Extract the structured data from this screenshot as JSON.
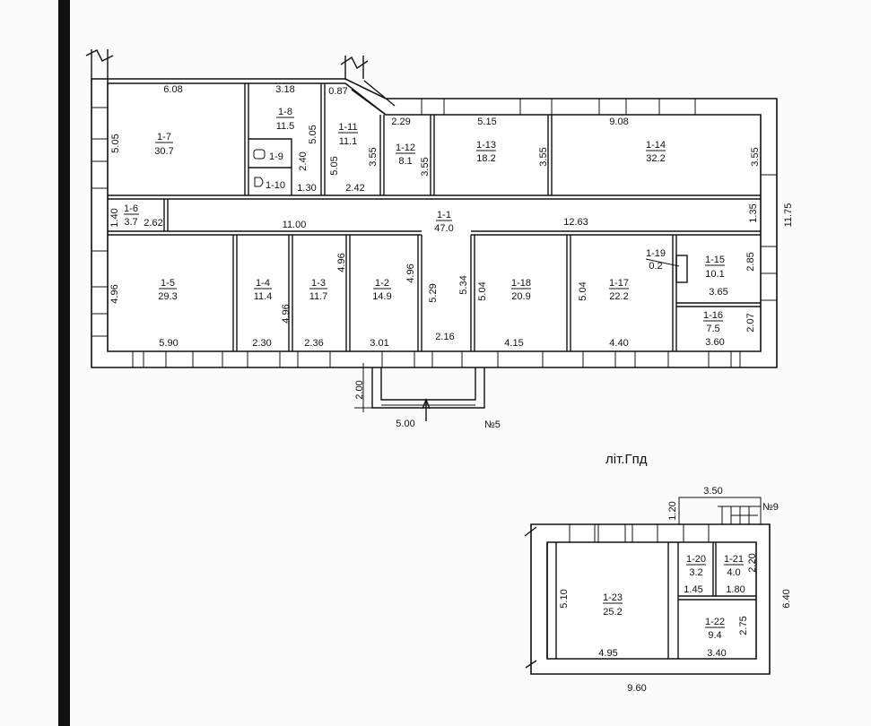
{
  "plan_title": "літ.Гпд",
  "entrances": {
    "main": "№5",
    "lower": "№9"
  },
  "rooms": [
    {
      "id": "1-7",
      "area": "30.7"
    },
    {
      "id": "1-8",
      "area": "11.5"
    },
    {
      "id": "1-9"
    },
    {
      "id": "1-10"
    },
    {
      "id": "1-11",
      "area": "11.1"
    },
    {
      "id": "1-12",
      "area": "8.1"
    },
    {
      "id": "1-13",
      "area": "18.2"
    },
    {
      "id": "1-14",
      "area": "32.2"
    },
    {
      "id": "1-1",
      "area": "47.0"
    },
    {
      "id": "1-6",
      "area": "3.7"
    },
    {
      "id": "1-5",
      "area": "29.3"
    },
    {
      "id": "1-4",
      "area": "11.4"
    },
    {
      "id": "1-3",
      "area": "11.7"
    },
    {
      "id": "1-2",
      "area": "14.9"
    },
    {
      "id": "1-18",
      "area": "20.9"
    },
    {
      "id": "1-17",
      "area": "22.2"
    },
    {
      "id": "1-19",
      "area": "0.2"
    },
    {
      "id": "1-15",
      "area": "10.1"
    },
    {
      "id": "1-16",
      "area": "7.5"
    },
    {
      "id": "1-23",
      "area": "25.2"
    },
    {
      "id": "1-20",
      "area": "3.2"
    },
    {
      "id": "1-21",
      "area": "4.0"
    },
    {
      "id": "1-22",
      "area": "9.4"
    }
  ],
  "dims": [
    "6.08",
    "3.18",
    "0.87",
    "2.29",
    "5.15",
    "9.08",
    "5.05",
    "5.05",
    "5.05",
    "2.40",
    "1.30",
    "3.55",
    "2.42",
    "3.55",
    "3.55",
    "3.55",
    "11.75",
    "1.40",
    "2.62",
    "11.00",
    "12.63",
    "1.35",
    "4.96",
    "4.96",
    "4.96",
    "4.96",
    "5.29",
    "5.34",
    "5.04",
    "5.04",
    "2.85",
    "3.65",
    "2.07",
    "5.90",
    "2.30",
    "2.36",
    "3.01",
    "2.16",
    "4.15",
    "4.40",
    "3.60",
    "2.00",
    "5.00",
    "3.50",
    "1.20",
    "5.10",
    "4.95",
    "1.45",
    "1.80",
    "2.20",
    "2.75",
    "3.40",
    "6.40",
    "9.60"
  ]
}
